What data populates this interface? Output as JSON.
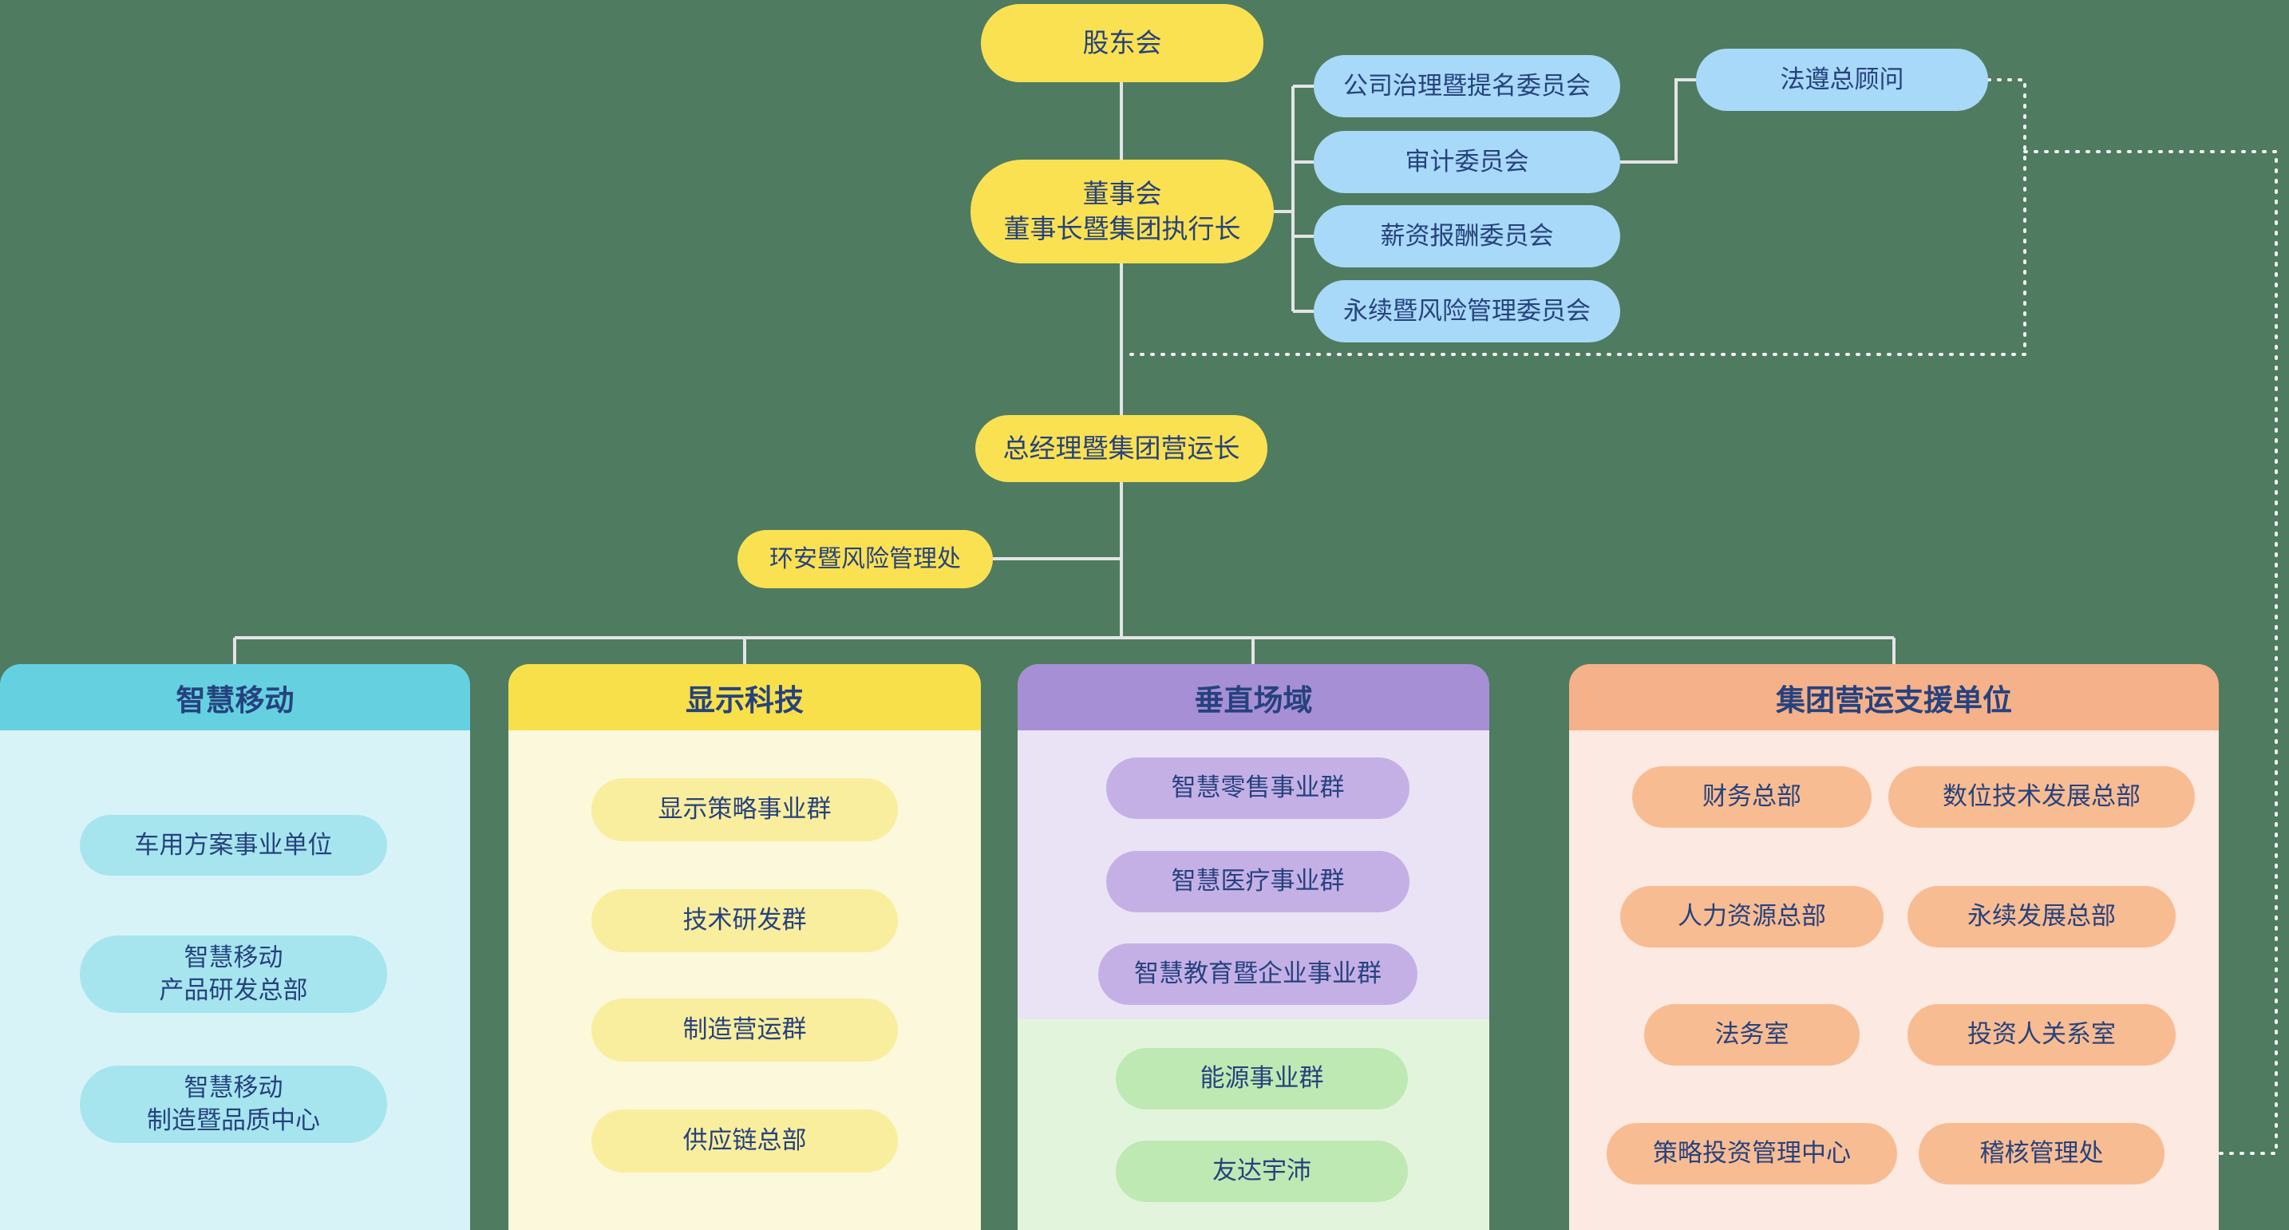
{
  "canvas": {
    "background_color": "#4f7b60",
    "solid_line_color": "#e4e4e6",
    "dotted_line_color": "#f2f2f2",
    "text_color": "#26427e"
  },
  "top_nodes": {
    "shareholders": {
      "label": "股东会",
      "color": "#fae152"
    },
    "board": {
      "label": "董事会\n董事长暨集团执行长",
      "color": "#fae152"
    },
    "committees": [
      {
        "label": "公司治理暨提名委员会"
      },
      {
        "label": "审计委员会"
      },
      {
        "label": "薪资报酬委员会"
      },
      {
        "label": "永续暨风险管理委员会"
      }
    ],
    "committee_color": "#a8d9f8",
    "compliance_advisor": {
      "label": "法遵总顾问",
      "color": "#a8d9f8"
    },
    "president_coo": {
      "label": "总经理暨集团营运长",
      "color": "#fae152"
    },
    "ehs_division": {
      "label": "环安暨风险管理处",
      "color": "#fae152"
    }
  },
  "columns": [
    {
      "title": "智慧移动",
      "header_color": "#65d1e0",
      "body_color": "#d8f3f7",
      "pill_color": "#a6e5ee",
      "items": [
        "车用方案事业单位",
        "智慧移动\n产品研发总部",
        "智慧移动\n制造暨品质中心"
      ]
    },
    {
      "title": "显示科技",
      "header_color": "#f8e04b",
      "body_color": "#fcf8db",
      "pill_color": "#f9ee9e",
      "items": [
        "显示策略事业群",
        "技术研发群",
        "制造营运群",
        "供应链总部"
      ]
    },
    {
      "title": "垂直场域",
      "header_color": "#a78fd5",
      "body_color": "#eae3f5",
      "pill_color": "#c5b0e6",
      "items": [
        "智慧零售事业群",
        "智慧医疗事业群",
        "智慧教育暨企业事业群"
      ],
      "sub_body_color": "#e3f4dd",
      "sub_pill_color": "#bee9b3",
      "sub_items": [
        "能源事业群",
        "友达宇沛"
      ]
    },
    {
      "title": "集团营运支援单位",
      "header_color": "#f5b189",
      "body_color": "#fce9e1",
      "pill_color": "#f8bc92",
      "items_left": [
        "财务总部",
        "人力资源总部",
        "法务室",
        "策略投资管理中心"
      ],
      "items_right": [
        "数位技术发展总部",
        "永续发展总部",
        "投资人关系室",
        "稽核管理处"
      ]
    }
  ]
}
